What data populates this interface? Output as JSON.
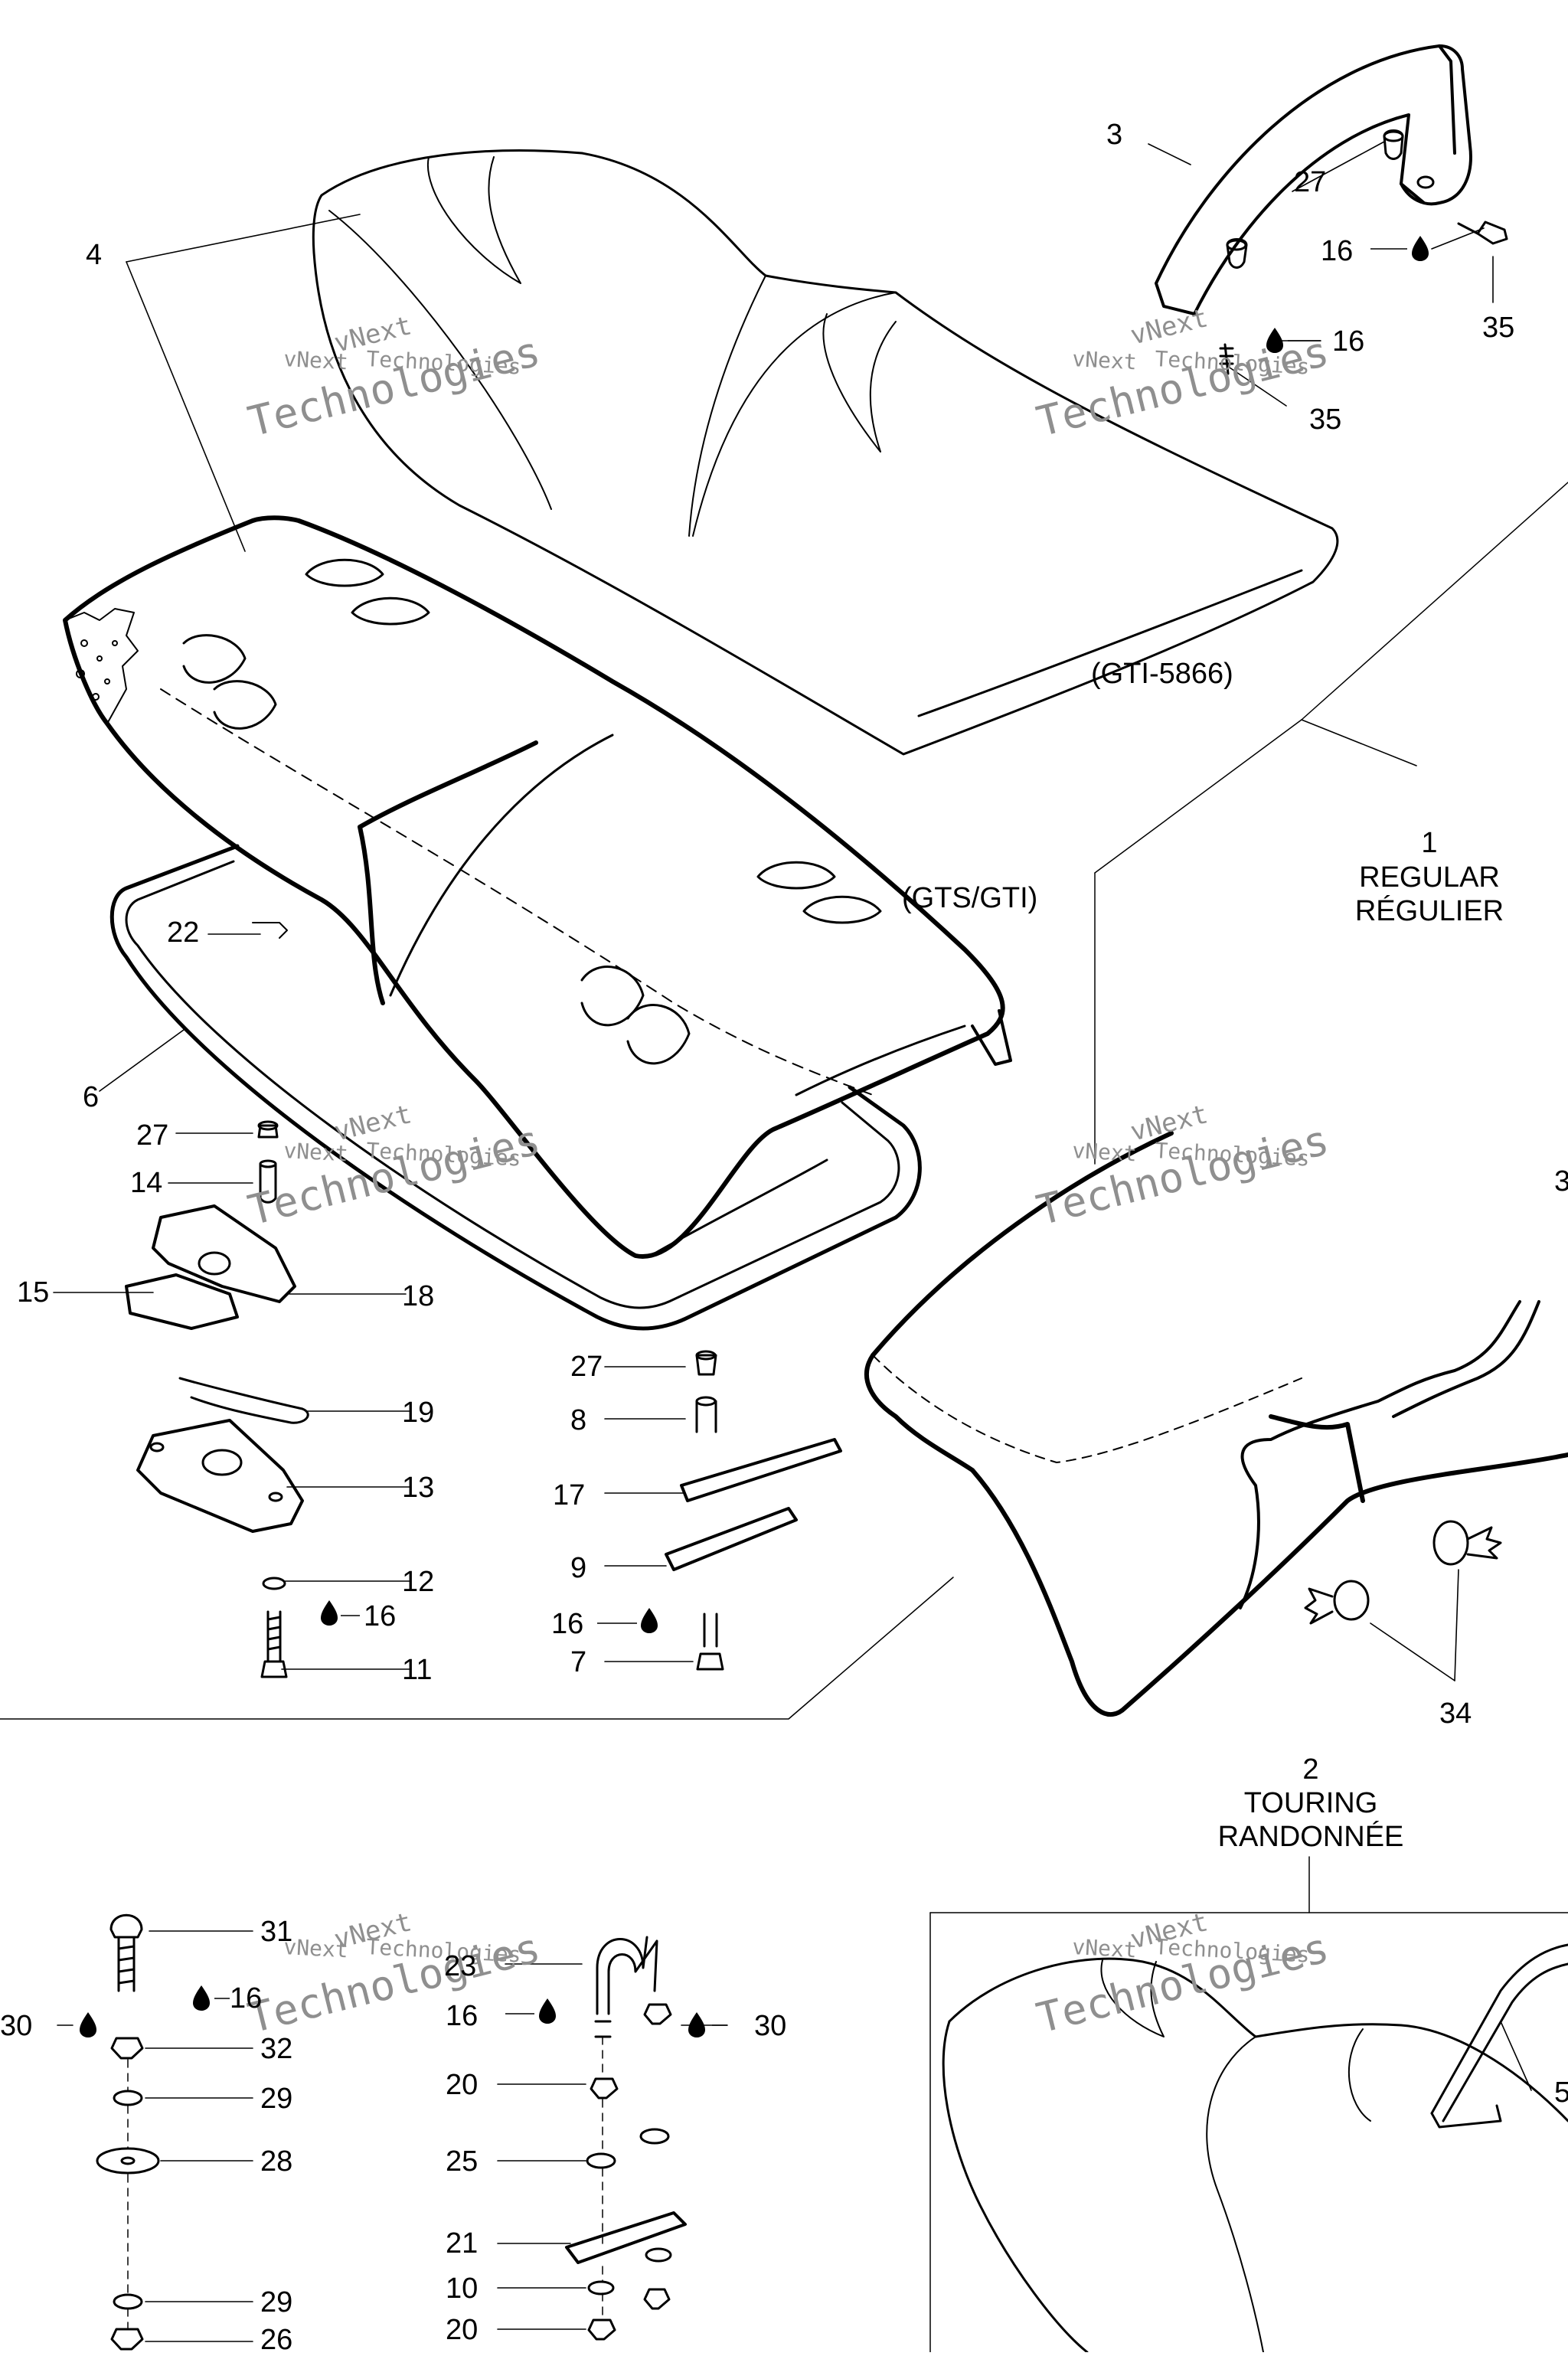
{
  "diagram": {
    "callouts": [
      {
        "id": "c4",
        "text": "4"
      },
      {
        "id": "c3",
        "text": "3"
      },
      {
        "id": "c27a",
        "text": "27"
      },
      {
        "id": "c16a",
        "text": "16"
      },
      {
        "id": "c35a",
        "text": "35"
      },
      {
        "id": "c16b",
        "text": "16"
      },
      {
        "id": "c35b",
        "text": "35"
      },
      {
        "id": "c22",
        "text": "22"
      },
      {
        "id": "c6",
        "text": "6"
      },
      {
        "id": "c27b",
        "text": "27"
      },
      {
        "id": "c14",
        "text": "14"
      },
      {
        "id": "c15",
        "text": "15"
      },
      {
        "id": "c18",
        "text": "18"
      },
      {
        "id": "c19",
        "text": "19"
      },
      {
        "id": "c13",
        "text": "13"
      },
      {
        "id": "c12",
        "text": "12"
      },
      {
        "id": "c16c",
        "text": "16"
      },
      {
        "id": "c11",
        "text": "11"
      },
      {
        "id": "c27c",
        "text": "27"
      },
      {
        "id": "c8",
        "text": "8"
      },
      {
        "id": "c17",
        "text": "17"
      },
      {
        "id": "c9",
        "text": "9"
      },
      {
        "id": "c16d",
        "text": "16"
      },
      {
        "id": "c7",
        "text": "7"
      },
      {
        "id": "c34",
        "text": "34"
      },
      {
        "id": "c3b",
        "text": "3"
      },
      {
        "id": "c31",
        "text": "31"
      },
      {
        "id": "c16e",
        "text": "16"
      },
      {
        "id": "c30a",
        "text": "30"
      },
      {
        "id": "c32",
        "text": "32"
      },
      {
        "id": "c29a",
        "text": "29"
      },
      {
        "id": "c28",
        "text": "28"
      },
      {
        "id": "c29b",
        "text": "29"
      },
      {
        "id": "c26",
        "text": "26"
      },
      {
        "id": "c23",
        "text": "23"
      },
      {
        "id": "c16f",
        "text": "16"
      },
      {
        "id": "c30b",
        "text": "30"
      },
      {
        "id": "c20a",
        "text": "20"
      },
      {
        "id": "c25",
        "text": "25"
      },
      {
        "id": "c21",
        "text": "21"
      },
      {
        "id": "c10",
        "text": "10"
      },
      {
        "id": "c20b",
        "text": "20"
      },
      {
        "id": "c5",
        "text": "5"
      }
    ],
    "model_labels": {
      "gti": "(GTI-5866)",
      "gts": "(GTS/GTI)"
    },
    "groups": {
      "regular": {
        "number": "1",
        "en": "REGULAR",
        "fr": "RÉGULIER"
      },
      "touring": {
        "number": "2",
        "en": "TOURING",
        "fr": "RANDONNÉE"
      }
    },
    "watermark": {
      "line1": "vNext",
      "line2": "Technologies"
    }
  }
}
